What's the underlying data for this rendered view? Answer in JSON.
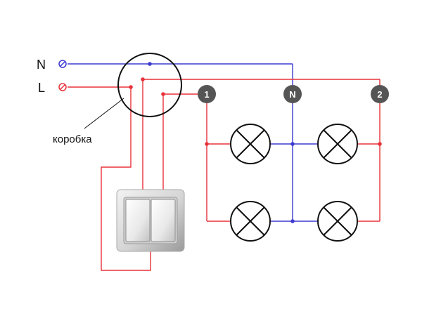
{
  "terminals": {
    "neutral_label": "N",
    "line_label": "L"
  },
  "box_label": "коробка",
  "badges": {
    "group1": "1",
    "neutral": "N",
    "group2": "2"
  },
  "colors": {
    "neutral_wire": "#3d3ad1",
    "line_wire": "#e8323a",
    "badge_fill": "#555555",
    "outline": "#111111"
  }
}
